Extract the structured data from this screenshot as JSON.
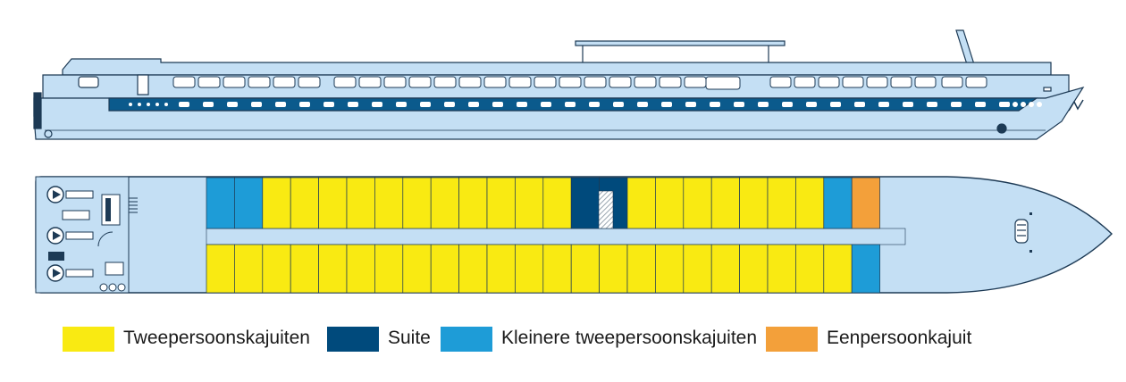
{
  "colors": {
    "double": "#f9ea12",
    "suite": "#004a7c",
    "smaller_double": "#1e9cd7",
    "single": "#f3a03a",
    "hull_light": "#c4dff4",
    "hull_outline": "#1d3a55",
    "corridor": "#c4dff4",
    "stripe": "#0b5a8c"
  },
  "cabins": {
    "top_row": [
      "smaller_double",
      "smaller_double",
      "double",
      "double",
      "double",
      "double",
      "double",
      "double",
      "double",
      "double",
      "double",
      "double",
      "double",
      "suite",
      "suite",
      "double",
      "double",
      "double",
      "double",
      "double",
      "double",
      "double",
      "smaller_double",
      "single"
    ],
    "bottom_row": [
      "double",
      "double",
      "double",
      "double",
      "double",
      "double",
      "double",
      "double",
      "double",
      "double",
      "double",
      "double",
      "double",
      "double",
      "double",
      "double",
      "double",
      "double",
      "double",
      "double",
      "double",
      "double",
      "double",
      "smaller_double"
    ]
  },
  "legend": [
    {
      "key": "double",
      "label": "Tweepersoonskajuiten"
    },
    {
      "key": "suite",
      "label": "Suite"
    },
    {
      "key": "smaller_double",
      "label": "Kleinere tweepersoonskajuiten"
    },
    {
      "key": "single",
      "label": "Eenpersoonkajuit"
    }
  ]
}
